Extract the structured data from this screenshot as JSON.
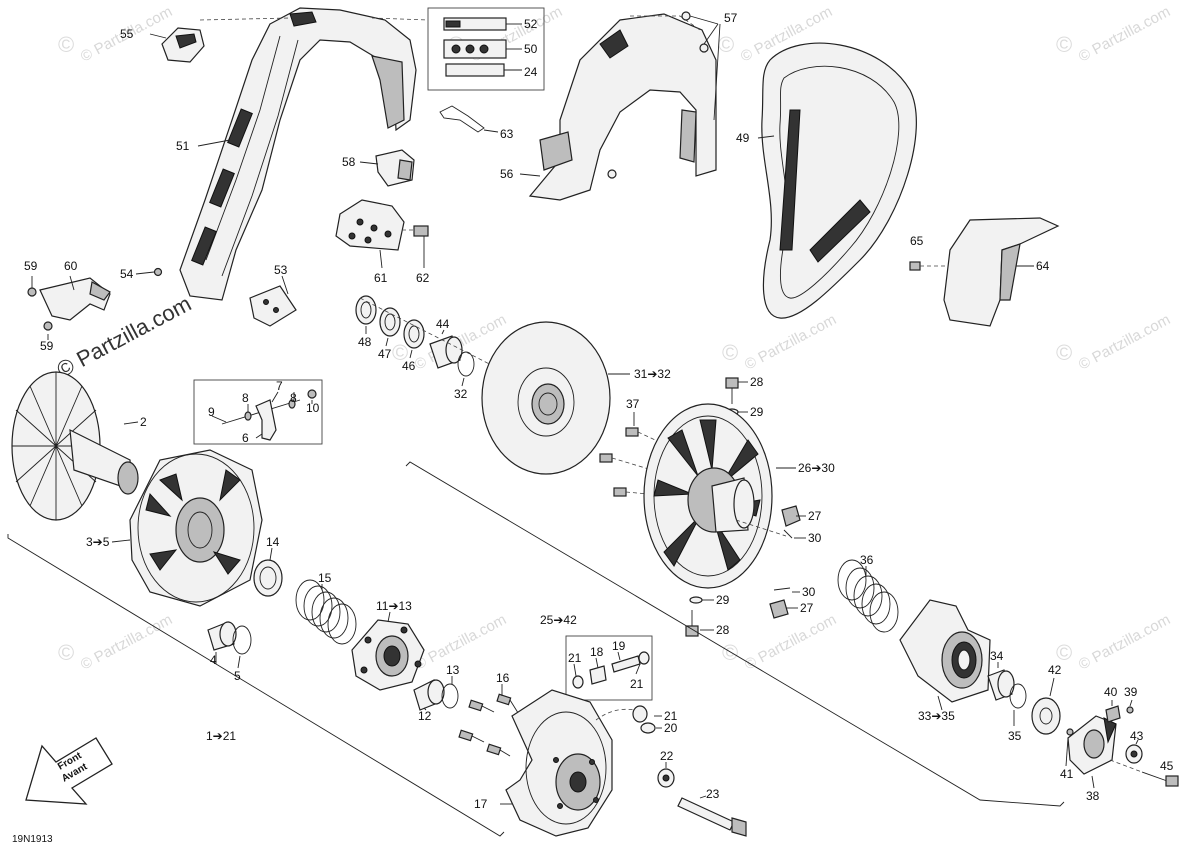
{
  "diagram_code": "19N1913",
  "front_arrow": {
    "line1": "Front",
    "line2": "Avant"
  },
  "logo": {
    "text": "© Partzilla.com"
  },
  "watermark": {
    "text": "© Partzilla.com",
    "copyright": "©"
  },
  "labels": {
    "l55": "55",
    "l52": "52",
    "l50": "50",
    "l24": "24",
    "l57": "57",
    "l63": "63",
    "l51": "51",
    "l58": "58",
    "l56": "56",
    "l49": "49",
    "l65": "65",
    "l64": "64",
    "l59a": "59",
    "l60": "60",
    "l54": "54",
    "l53": "53",
    "l61": "61",
    "l62": "62",
    "l59b": "59",
    "l48": "48",
    "l47": "47",
    "l46": "46",
    "l44": "44",
    "l32": "32",
    "l31": "31➔32",
    "l28a": "28",
    "l29a": "29",
    "l37": "37",
    "l9": "9",
    "l8a": "8",
    "l7": "7",
    "l8b": "8",
    "l10": "10",
    "l6": "6",
    "l2": "2",
    "l3": "3➔5",
    "l14": "14",
    "l15": "15",
    "l26": "26➔30",
    "l27a": "27",
    "l30a": "30",
    "l36": "36",
    "l30b": "30",
    "l27b": "27",
    "l29b": "29",
    "l28b": "28",
    "l25": "25➔42",
    "l11": "11➔13",
    "l4": "4",
    "l5": "5",
    "l13": "13",
    "l12": "12",
    "l16": "16",
    "l21a": "21",
    "l18": "18",
    "l19": "19",
    "l21b": "21",
    "l21c": "21",
    "l20": "20",
    "l22": "22",
    "l23": "23",
    "l17": "17",
    "l1": "1➔21",
    "l34": "34",
    "l42": "42",
    "l40": "40",
    "l39": "39",
    "l33": "33➔35",
    "l35": "35",
    "l43": "43",
    "l41": "41",
    "l45": "45",
    "l38": "38"
  }
}
